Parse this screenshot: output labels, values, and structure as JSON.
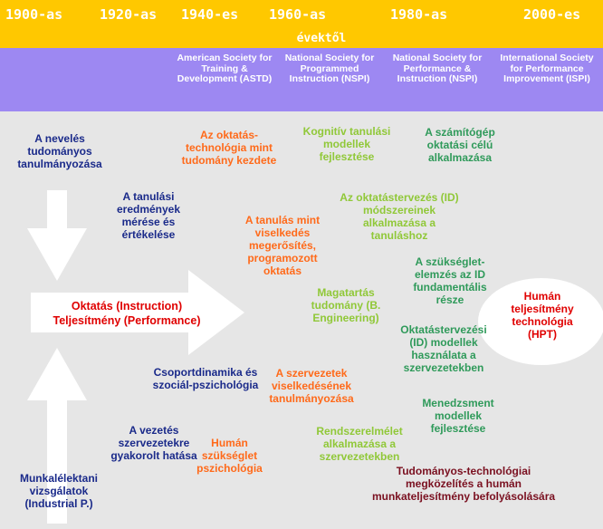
{
  "header": {
    "decades": [
      "1900-as",
      "1920-as",
      "1940-es",
      "1960-as",
      "1980-as",
      "2000-es"
    ],
    "evektol": "évektől",
    "orgs": [
      "American Society for Training & Development (ASTD)",
      "National Society for Programmed Instruction (NSPI)",
      "National Society for Performance & Instruction (NSPI)",
      "International Society for Performance Improvement (ISPI)"
    ]
  },
  "center": {
    "line1": "Oktatás (Instruction)",
    "line2": "Teljesítmény (Performance)"
  },
  "hpt": "Humán teljesítmény technológia (HPT)",
  "nodes": {
    "nevelés": "A nevelés tudományos tanulmányozása",
    "eredmeny": "A tanulási eredmények mérése és értékelése",
    "csoport": "Csoportdinamika és szociál-pszichológia",
    "vezetes": "A vezetés szervezetekre gyakorolt hatása",
    "munka": "Munkalélektani vizsgálatok (Industrial P.)",
    "oktatastech": "Az oktatás-technológia mint tudomány kezdete",
    "tanulas": "A tanulás mint viselkedés megerősítés, programozott oktatás",
    "szervezetek": "A szervezetek viselkedésének tanulmányozása",
    "human": "Humán szükséglet pszichológia",
    "kognitiv": "Kognitív tanulási modellek fejlesztése",
    "oktatastervezes": "Az oktatástervezés (ID) módszereinek alkalmazása a tanuláshoz",
    "magatartas": "Magatartás tudomány (B. Engineering)",
    "rendszer": "Rendszerelmélet alkalmazása a szervezetekben",
    "szamitogep": "A számítógép oktatási célú alkalmazása",
    "szukseglet": "A szükséglet-elemzés az ID fundamentális része",
    "modellek": "Oktatástervezési (ID) modellek használata a szervezetekben",
    "menedzsment": "Menedzsment modellek fejlesztése",
    "tudomanyos": "Tudományos-technológiai megközelítés a humán munkateljesítmény befolyásolására"
  },
  "colors": {
    "yellow": "#ffc800",
    "purple": "#9d88f2",
    "background": "#e6e6e6",
    "navy": "#1a2a8a",
    "orange": "#ff6a1a",
    "light_green": "#90c838",
    "teal_green": "#2f9a5a",
    "red": "#e00000",
    "maroon": "#7a1020"
  }
}
